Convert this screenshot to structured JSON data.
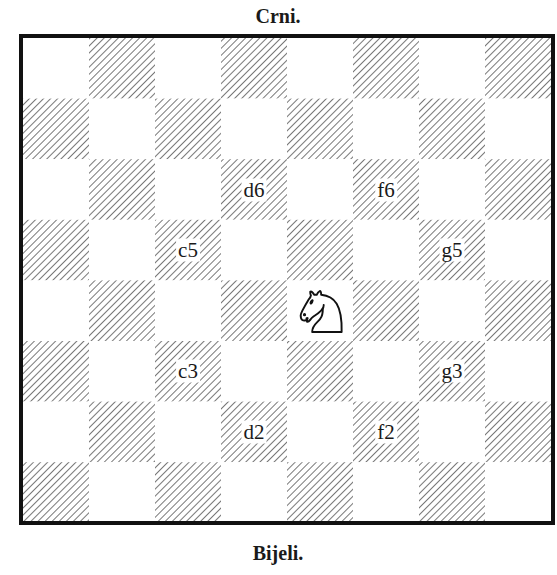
{
  "diagram": {
    "labels": [
      "Crni.",
      "d6",
      "f6",
      "c5",
      "g5",
      "c3",
      "g3",
      "d2",
      "f2",
      "Bijeli."
    ]
  }
}
